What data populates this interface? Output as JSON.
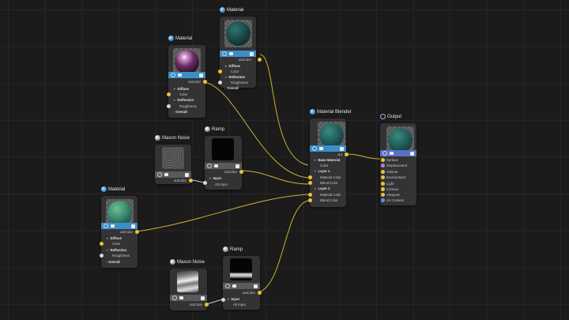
{
  "editor": {
    "type": "node-editor",
    "background": "#1b1b1b",
    "grid_color": "#262626",
    "wire_color": "#c9b13a"
  },
  "nodes": {
    "material_top": {
      "title": "Material",
      "icon": "material-icon",
      "output": "outColor",
      "ports": [
        {
          "label": "Diffuse",
          "group": true
        },
        {
          "label": "Color",
          "group": false
        },
        {
          "label": "Reflection",
          "group": true
        },
        {
          "label": "Roughness",
          "group": false
        },
        {
          "label": "Overall",
          "group": true
        }
      ]
    },
    "material_pink": {
      "title": "Material",
      "icon": "material-icon",
      "output": "outColor",
      "ports": [
        {
          "label": "Diffuse",
          "group": true
        },
        {
          "label": "Color",
          "group": false
        },
        {
          "label": "Reflection",
          "group": true
        },
        {
          "label": "Roughness",
          "group": false
        },
        {
          "label": "Overall",
          "group": true
        }
      ]
    },
    "material_green": {
      "title": "Material",
      "icon": "material-icon",
      "output": "outColor",
      "ports": [
        {
          "label": "Diffuse",
          "group": true
        },
        {
          "label": "Color",
          "group": false
        },
        {
          "label": "Reflection",
          "group": true
        },
        {
          "label": "Roughness",
          "group": false
        },
        {
          "label": "Overall",
          "group": true
        }
      ]
    },
    "noise_top": {
      "title": "Maxon Noise",
      "icon": "texture-icon",
      "output": "outColor"
    },
    "ramp_top": {
      "title": "Ramp",
      "icon": "texture-icon",
      "output": "outColor",
      "ports": [
        {
          "label": "Input",
          "group": true
        },
        {
          "label": "Alt Input",
          "group": false
        }
      ]
    },
    "noise_bottom": {
      "title": "Maxon Noise",
      "icon": "texture-icon",
      "output": "outColor"
    },
    "ramp_bottom": {
      "title": "Ramp",
      "icon": "texture-icon",
      "output": "outColor",
      "ports": [
        {
          "label": "Input",
          "group": true
        },
        {
          "label": "Alt Input",
          "group": false
        }
      ]
    },
    "blender": {
      "title": "Material Blender",
      "icon": "material-icon",
      "output": "out",
      "ports": [
        {
          "label": "Base Material",
          "group": true
        },
        {
          "label": "Color",
          "group": false
        },
        {
          "label": "Layer 1",
          "group": true
        },
        {
          "label": "Material Color",
          "group": false
        },
        {
          "label": "Blend Color",
          "group": false
        },
        {
          "label": "Layer 2",
          "group": true
        },
        {
          "label": "Material Color",
          "group": false
        },
        {
          "label": "Blend Color",
          "group": false
        }
      ]
    },
    "output": {
      "title": "Output",
      "icon": "output-icon",
      "ports": [
        {
          "label": "Surface",
          "color": "#e8c531"
        },
        {
          "label": "Displacement",
          "color": "#b37ce0"
        },
        {
          "label": "Volume",
          "color": "#e8c531"
        },
        {
          "label": "Environment",
          "color": "#e8c531"
        },
        {
          "label": "Light",
          "color": "#e8c531"
        },
        {
          "label": "Contour",
          "color": "#e8c531"
        },
        {
          "label": "Viewport",
          "color": "#e8c531"
        },
        {
          "label": "UV Context",
          "color": "#4c9be6"
        }
      ]
    }
  }
}
